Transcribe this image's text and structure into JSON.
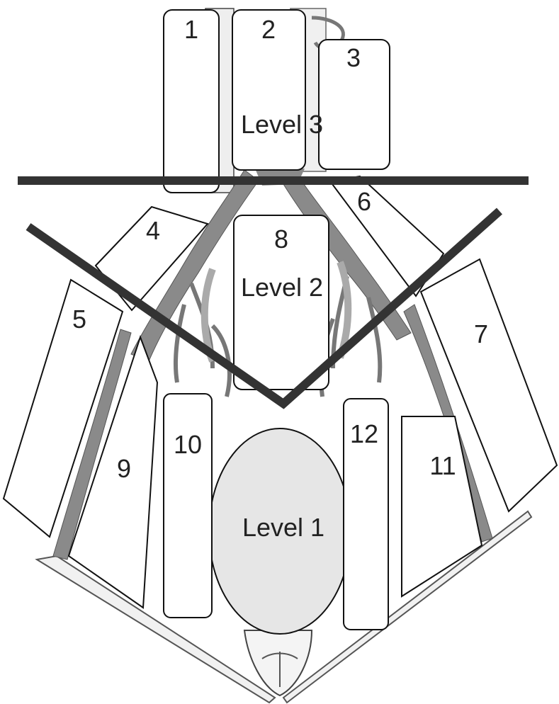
{
  "diagram": {
    "levels": {
      "level1": "Level 1",
      "level2": "Level 2",
      "level3": "Level 3"
    },
    "regions": {
      "r1": "1",
      "r2": "2",
      "r3": "3",
      "r4": "4",
      "r5": "5",
      "r6": "6",
      "r7": "7",
      "r8": "8",
      "r9": "9",
      "r10": "10",
      "r11": "11",
      "r12": "12"
    },
    "colors": {
      "vessel": "#8a8a8a",
      "vessel_dark": "#6e6e6e",
      "mass_fill": "#e6e6e6",
      "line": "#333333",
      "outline": "#111111"
    }
  }
}
